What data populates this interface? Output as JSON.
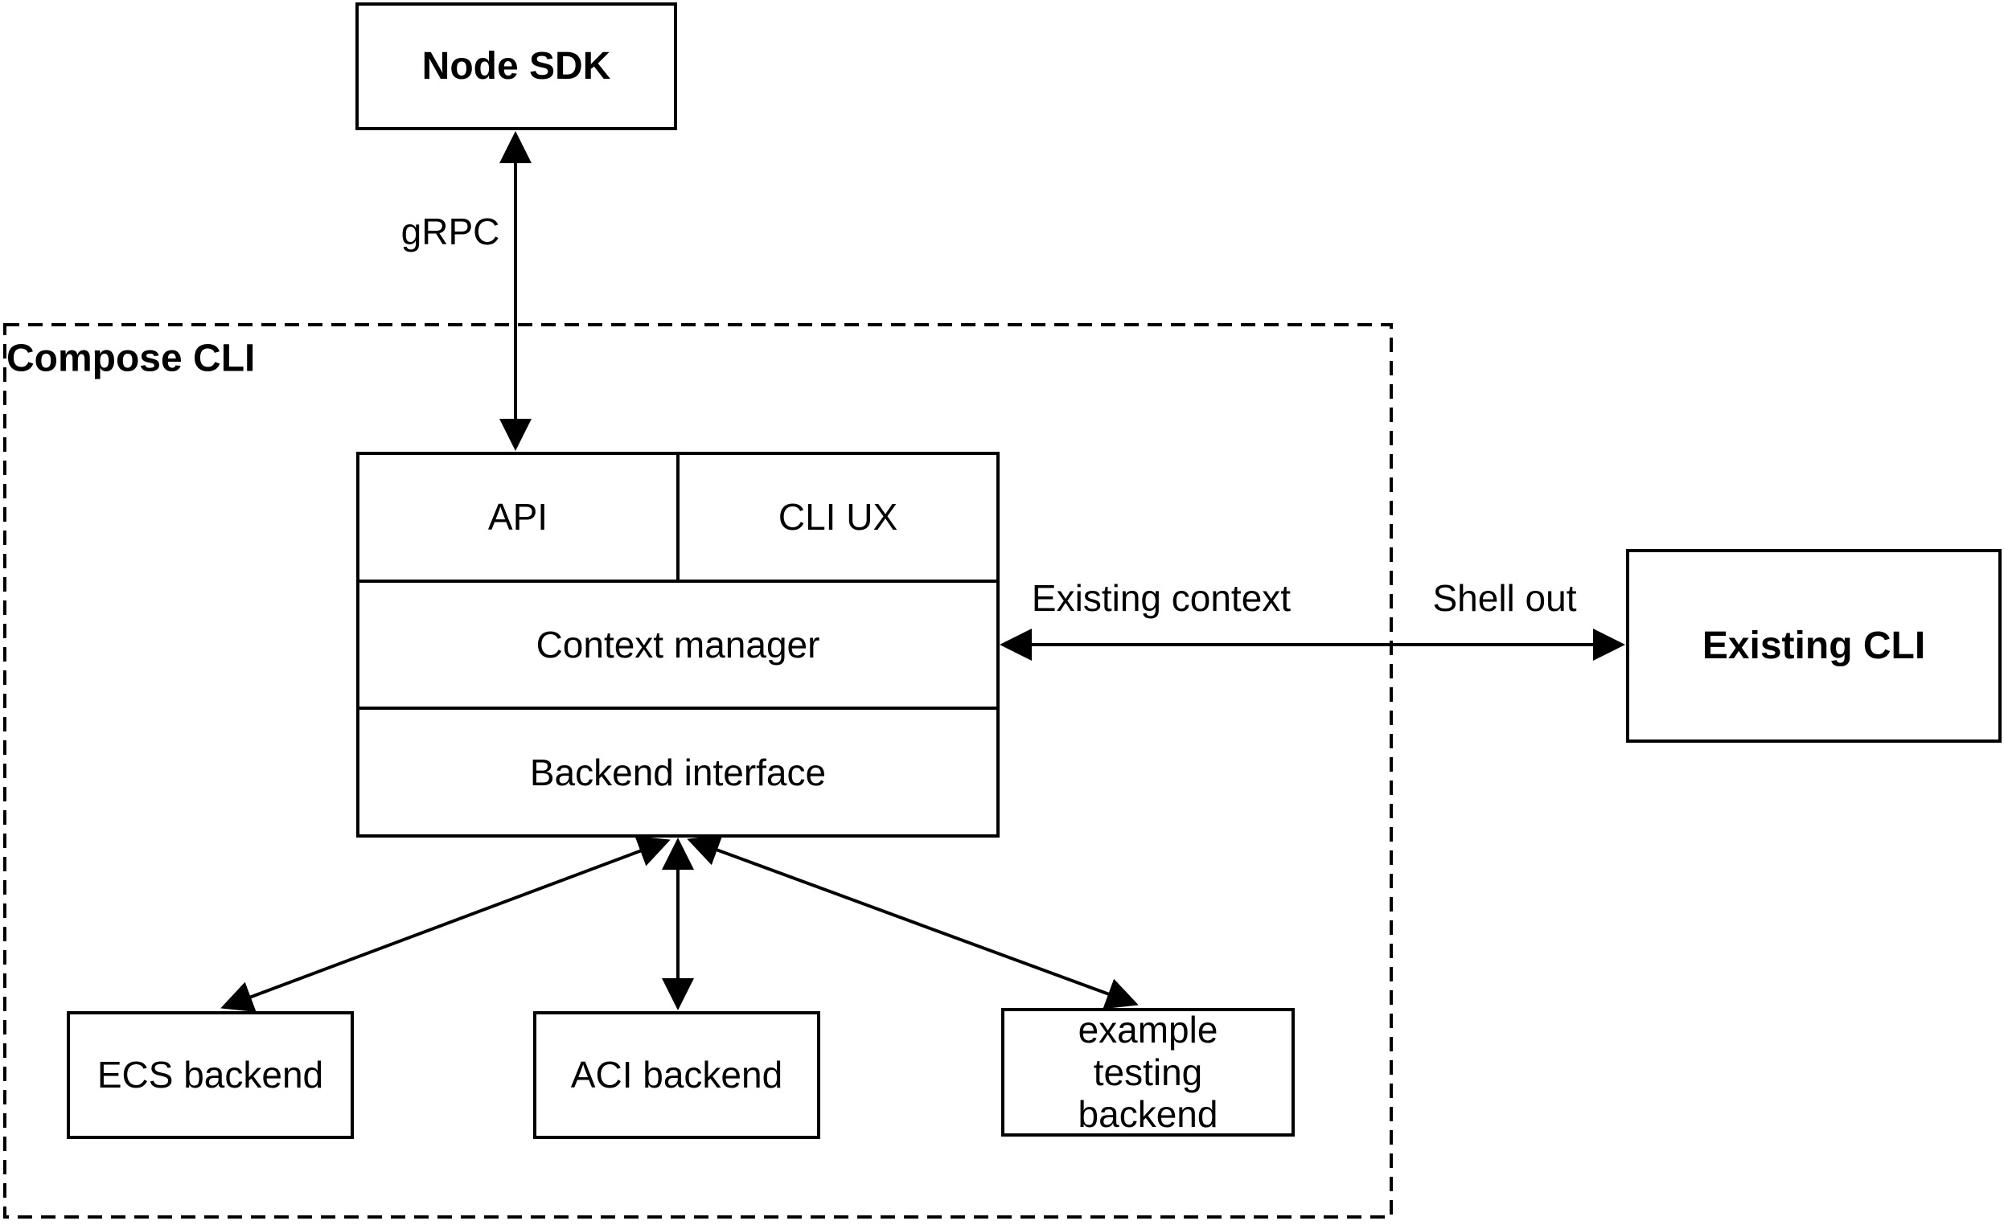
{
  "diagram": {
    "background_color": "#ffffff",
    "stroke_color": "#000000",
    "nodes": {
      "node_sdk": "Node SDK",
      "compose_cli_group": "Compose CLI",
      "api": "API",
      "cli_ux": "CLI UX",
      "context_manager": "Context manager",
      "backend_interface": "Backend interface",
      "existing_cli": "Existing CLI",
      "ecs_backend": "ECS backend",
      "aci_backend": "ACI backend",
      "example_testing_backend": "example testing backend"
    },
    "edge_labels": {
      "grpc": "gRPC",
      "existing_context": "Existing context",
      "shell_out": "Shell out"
    },
    "edges": [
      {
        "from": "Node SDK",
        "to": "API",
        "label": "gRPC",
        "direction": "bidirectional"
      },
      {
        "from": "Context manager",
        "to": "Existing CLI",
        "label_inside_group": "Existing context",
        "label_outside_group": "Shell out",
        "direction": "bidirectional"
      },
      {
        "from": "Backend interface",
        "to": "ECS backend",
        "direction": "bidirectional"
      },
      {
        "from": "Backend interface",
        "to": "ACI backend",
        "direction": "bidirectional"
      },
      {
        "from": "Backend interface",
        "to": "example testing backend",
        "direction": "bidirectional"
      }
    ]
  }
}
